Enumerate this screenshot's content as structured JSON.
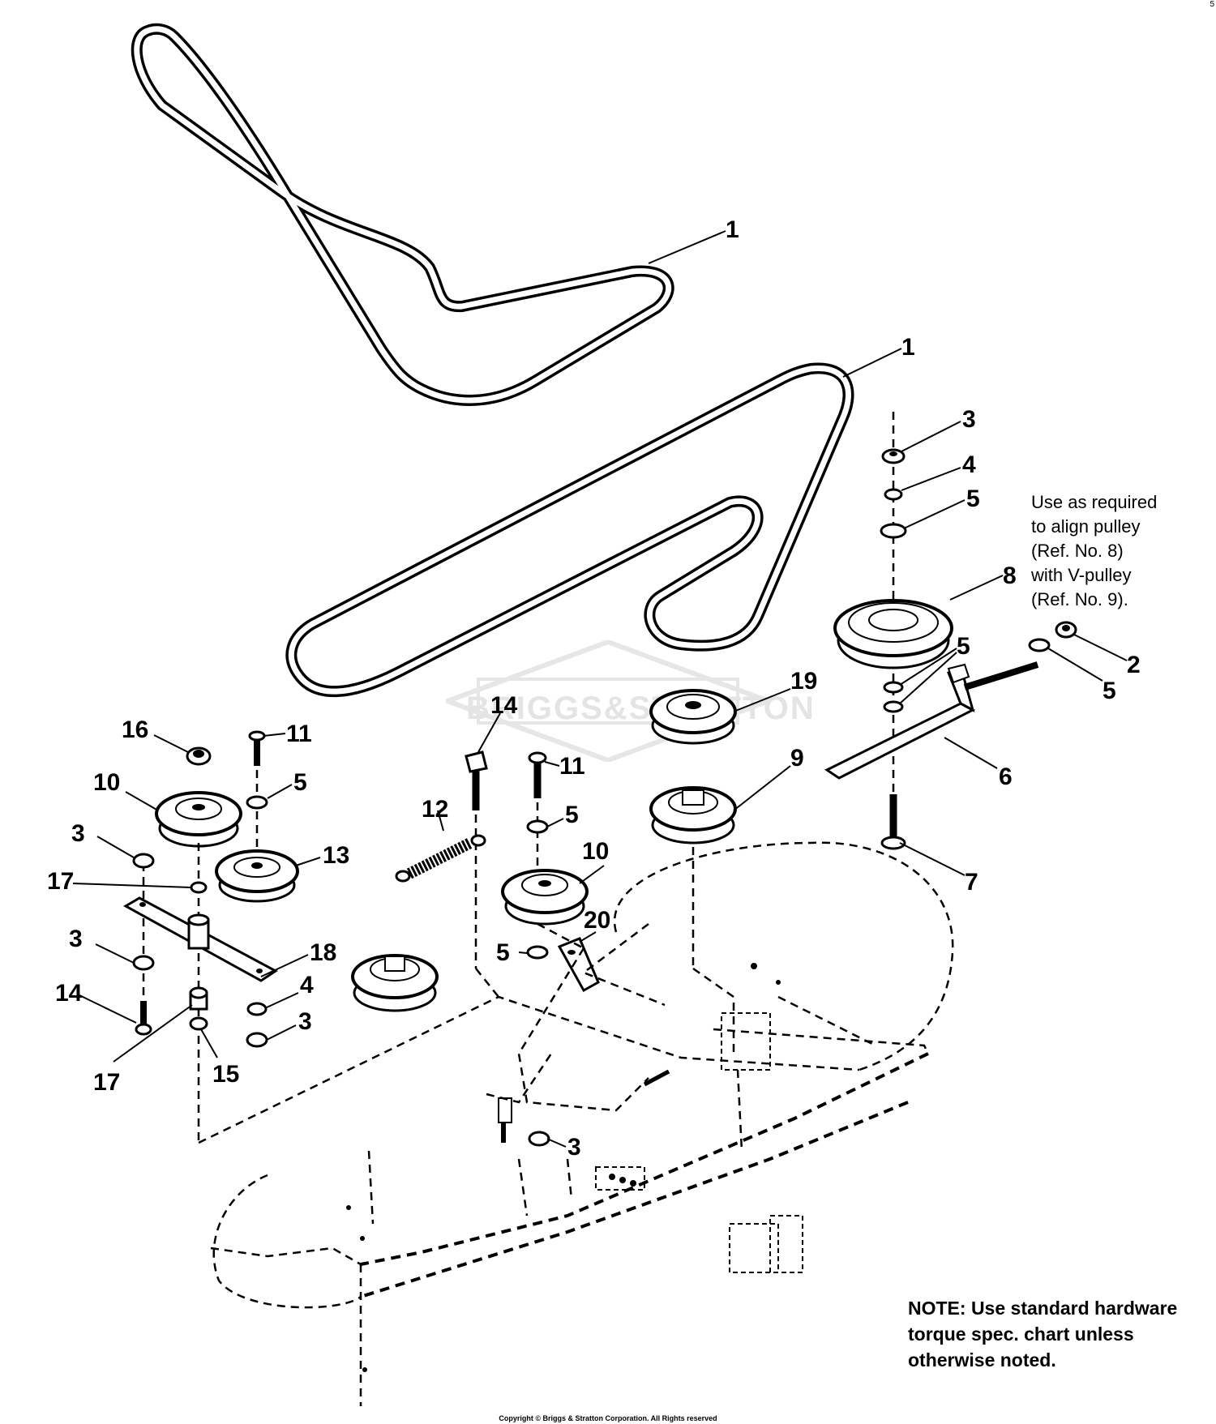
{
  "watermark": "BRIGGS&STRATTON",
  "corner_mark": "5",
  "callouts": [
    {
      "id": "belt-upper",
      "label": "1"
    },
    {
      "id": "belt-lower",
      "label": "1"
    },
    {
      "id": "nut-top-right",
      "label": "3"
    },
    {
      "id": "lockwasher-top-right",
      "label": "4"
    },
    {
      "id": "washer-top-right",
      "label": "5"
    },
    {
      "id": "pulley-8",
      "label": "8"
    },
    {
      "id": "washer-under-pulley-8",
      "label": "5"
    },
    {
      "id": "nut-2",
      "label": "2"
    },
    {
      "id": "washer-right",
      "label": "5"
    },
    {
      "id": "idler-19",
      "label": "19"
    },
    {
      "id": "pulley-9",
      "label": "9"
    },
    {
      "id": "bracket-6",
      "label": "6"
    },
    {
      "id": "bolt-7",
      "label": "7"
    },
    {
      "id": "bolt-14-center",
      "label": "14"
    },
    {
      "id": "bolt-11-center",
      "label": "11"
    },
    {
      "id": "spring-12",
      "label": "12"
    },
    {
      "id": "washer-center",
      "label": "5"
    },
    {
      "id": "idler-10-center",
      "label": "10"
    },
    {
      "id": "guide-20",
      "label": "20"
    },
    {
      "id": "washer-center-lower",
      "label": "5"
    },
    {
      "id": "nut-center-lower",
      "label": "3"
    },
    {
      "id": "bushing-16",
      "label": "16"
    },
    {
      "id": "bolt-11-left",
      "label": "11"
    },
    {
      "id": "idler-10-left",
      "label": "10"
    },
    {
      "id": "washer-left",
      "label": "5"
    },
    {
      "id": "nut-left-upper",
      "label": "3"
    },
    {
      "id": "pulley-13",
      "label": "13"
    },
    {
      "id": "spacer-17-upper",
      "label": "17"
    },
    {
      "id": "arm-18",
      "label": "18"
    },
    {
      "id": "nut-left-lower",
      "label": "3"
    },
    {
      "id": "lockwasher-left",
      "label": "4"
    },
    {
      "id": "bolt-14-left",
      "label": "14"
    },
    {
      "id": "nut-left-bottom",
      "label": "3"
    },
    {
      "id": "spacer-17-lower",
      "label": "17"
    },
    {
      "id": "washer-15",
      "label": "15"
    }
  ],
  "notes": {
    "align_note": "Use as required\nto align pulley\n(Ref. No. 8)\nwith V-pulley\n(Ref. No. 9).",
    "torque_note": "NOTE: Use standard hardware\ntorque spec. chart unless\notherwise noted."
  },
  "copyright": "Copyright © Briggs & Stratton Corporation. All Rights reserved"
}
